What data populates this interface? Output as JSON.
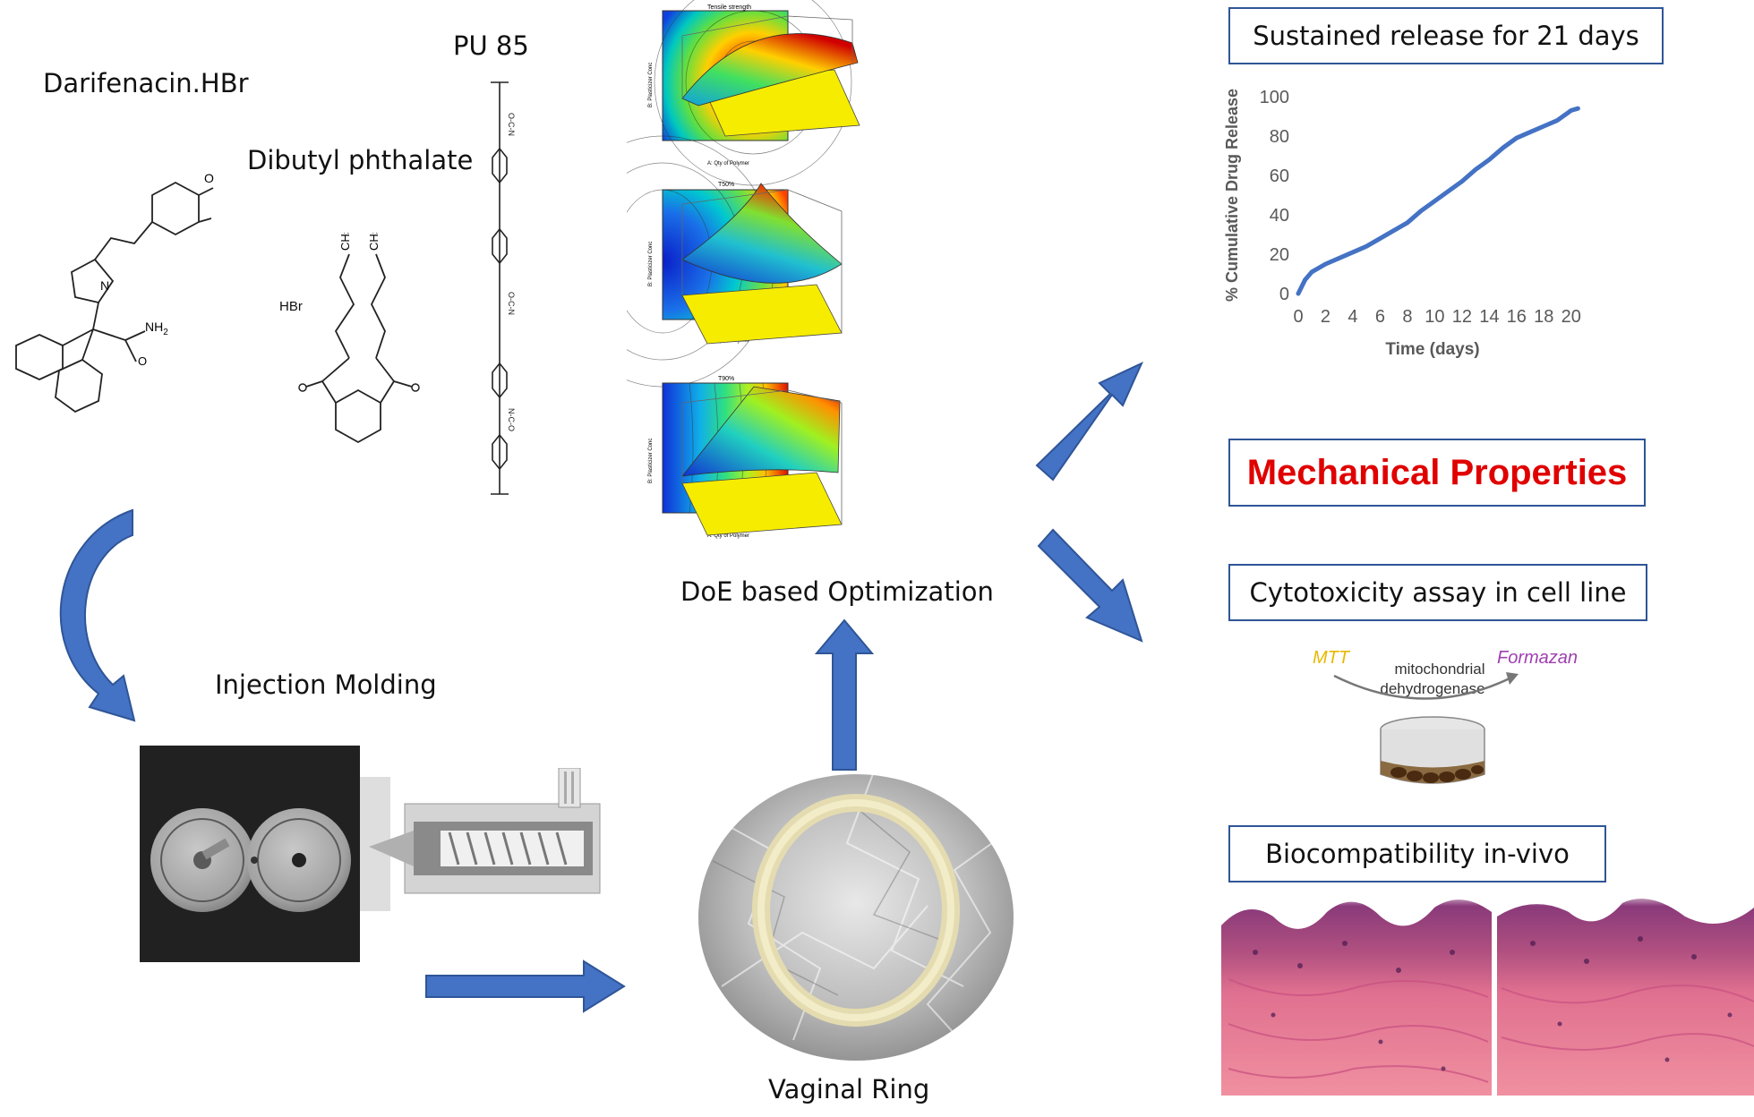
{
  "labels": {
    "darifenacin": "Darifenacin.HBr",
    "dibutyl": "Dibutyl phthalate",
    "pu85": "PU 85",
    "hbr": "HBr",
    "nh2": "NH",
    "nh2_sub": "2",
    "n_atom": "N",
    "o_atom": "O",
    "ch3": "CH",
    "ch3_sub": "3",
    "injection": "Injection Molding",
    "doe": "DoE based Optimization",
    "vaginal": "Vaginal Ring"
  },
  "boxes": {
    "sustained": "Sustained release for 21 days",
    "mechanical": "Mechanical Properties",
    "cytotoxicity": "Cytotoxicity assay in cell line",
    "biocompat": "Biocompatibility in-vivo"
  },
  "cyto": {
    "mtt": "MTT",
    "formazan": "Formazan",
    "enzyme1": "mitochondrial",
    "enzyme2": "dehydrogenase"
  },
  "doe_plots": {
    "titles": [
      "Tensile strength",
      "T50%",
      "T90%"
    ],
    "x_label": "A: Qty of Polymer",
    "y_label": "B: Plasticizer Conc"
  },
  "colors": {
    "arrow": "#4472c4",
    "arrow_edge": "#2f5597",
    "box_border": "#2f5597",
    "series": "#4472c4",
    "mechanical": "#e00000",
    "mtt": "#e8b800",
    "formazan": "#a040b0"
  },
  "chart_data": {
    "type": "line",
    "title": "",
    "xlabel": "Time (days)",
    "ylabel": "% Cumulative Drug Release",
    "xlim": [
      0,
      21
    ],
    "ylim": [
      0,
      100
    ],
    "xticks": [
      0,
      2,
      4,
      6,
      8,
      10,
      12,
      14,
      16,
      18,
      20
    ],
    "yticks": [
      0,
      20,
      40,
      60,
      80,
      100
    ],
    "grid": false,
    "series": [
      {
        "x": [
          0,
          0.5,
          1,
          2,
          3,
          4,
          5,
          6,
          7,
          8,
          9,
          10,
          11,
          12,
          13,
          14,
          15,
          16,
          17,
          18,
          19,
          20,
          20.5
        ],
        "y": [
          0,
          7,
          11,
          15,
          18,
          21,
          24,
          28,
          32,
          36,
          42,
          47,
          52,
          57,
          63,
          68,
          74,
          79,
          82,
          85,
          88,
          93,
          94
        ]
      }
    ]
  }
}
